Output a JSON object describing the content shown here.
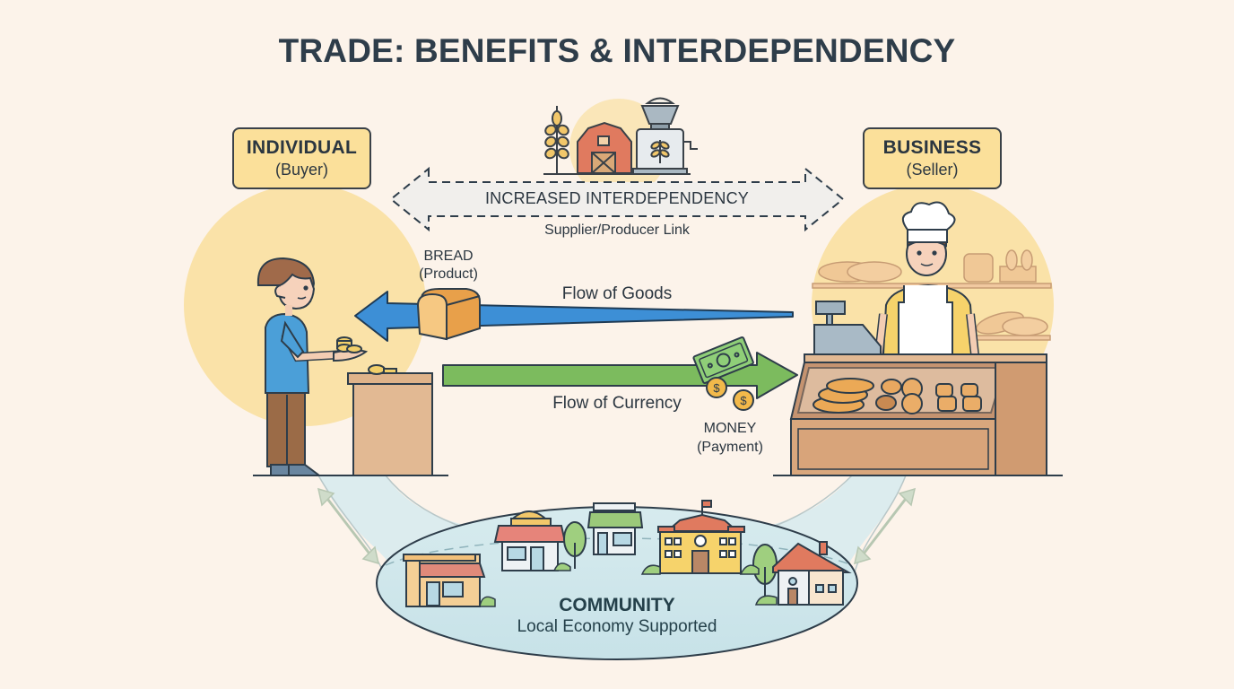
{
  "title": "TRADE: BENEFITS & INTERDEPENDENCY",
  "individual": {
    "label": "INDIVIDUAL",
    "role": "(Buyer)"
  },
  "business": {
    "label": "BUSINESS",
    "role": "(Seller)"
  },
  "interdependency": {
    "label": "INCREASED INTERDEPENDENCY",
    "sublabel": "Supplier/Producer Link",
    "icons": [
      "wheat-icon",
      "barn-icon",
      "grain-mill-icon"
    ]
  },
  "product": {
    "label": "BREAD",
    "sublabel": "(Product)"
  },
  "flows": {
    "goods": {
      "label": "Flow of Goods",
      "color": "#3d8fd6",
      "direction": "business-to-individual"
    },
    "currency": {
      "label": "Flow of Currency",
      "color": "#7cbb5e",
      "direction": "individual-to-business"
    }
  },
  "money": {
    "label": "MONEY",
    "sublabel": "(Payment)"
  },
  "community": {
    "label": "COMMUNITY",
    "sublabel": "Local Economy Supported",
    "buildings": [
      "shop-left",
      "bakery-shop",
      "small-store",
      "school",
      "house"
    ]
  },
  "colors": {
    "background": "#fcf3ea",
    "role_box": "#fbe09a",
    "glow": "#fbe3a8",
    "community": "#cfe6ea",
    "outline": "#2e3d4a"
  }
}
